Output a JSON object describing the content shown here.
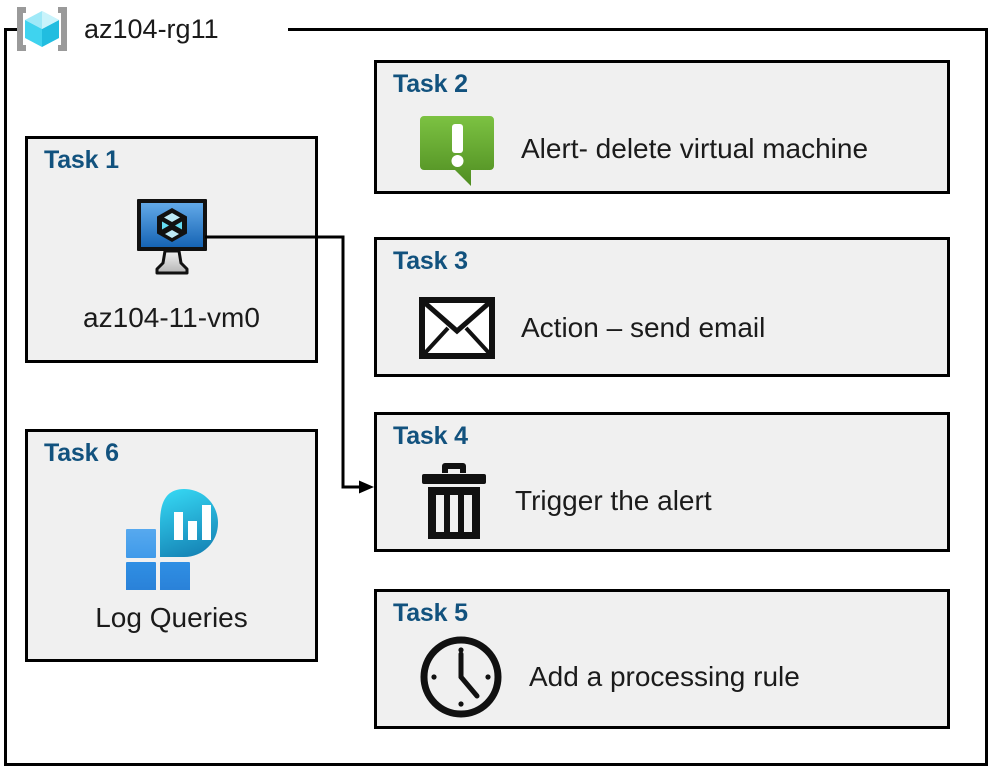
{
  "resource_group": {
    "name": "az104-rg11",
    "icon": "azure-resource-group-icon"
  },
  "colors": {
    "task_heading": "#12527e",
    "card_background": "#f0f0f0",
    "card_border": "#000000",
    "alert_green_light": "#7ac143",
    "alert_green_dark": "#4d8b25",
    "vm_blue_light": "#5ba7e8",
    "vm_blue_dark": "#1560ad",
    "rg_cube_cyan": "#5ce0f5",
    "rg_bracket_gray": "#9a9a9a",
    "log_square_blue": "#2a8fe0",
    "log_drop_cyan": "#2fc9ea",
    "log_drop_teal": "#1a8bbf",
    "connector": "#000000"
  },
  "cards": [
    {
      "id": "task-1",
      "heading": "Task 1",
      "caption": "az104-11-vm0",
      "icon": "virtual-machine-icon",
      "column": "left"
    },
    {
      "id": "task-2",
      "heading": "Task 2",
      "label": "Alert- delete virtual machine",
      "icon": "alert-bubble-icon",
      "column": "right"
    },
    {
      "id": "task-3",
      "heading": "Task 3",
      "label": "Action – send email",
      "icon": "envelope-icon",
      "column": "right"
    },
    {
      "id": "task-4",
      "heading": "Task 4",
      "label": "Trigger the alert",
      "icon": "trash-icon",
      "column": "right"
    },
    {
      "id": "task-5",
      "heading": "Task 5",
      "label": "Add a processing rule",
      "icon": "clock-icon",
      "column": "right"
    },
    {
      "id": "task-6",
      "heading": "Task 6",
      "caption": "Log Queries",
      "icon": "log-analytics-icon",
      "column": "left"
    }
  ],
  "connector": {
    "from": "task-1-vm-icon",
    "to": "task-4-card",
    "arrow": "arrowhead-right"
  }
}
